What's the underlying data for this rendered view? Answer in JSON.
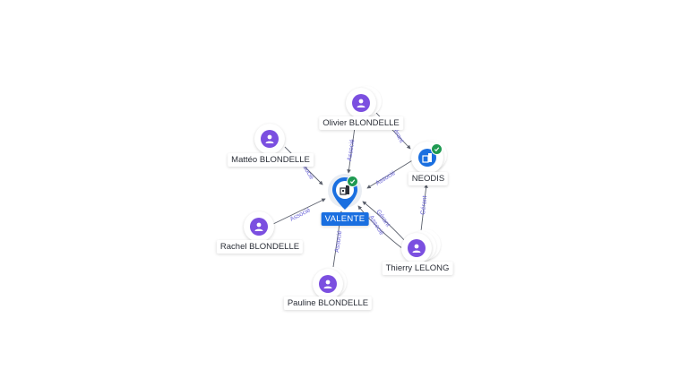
{
  "center": {
    "name": "VALENTE",
    "icon": "building-icon",
    "verified": true
  },
  "nodes": [
    {
      "id": "olivier",
      "name": "Olivier BLONDELLE",
      "type": "person",
      "icon": "person-icon"
    },
    {
      "id": "matteo",
      "name": "Mattéo BLONDELLE",
      "type": "person",
      "icon": "person-icon"
    },
    {
      "id": "neodis",
      "name": "NEODIS",
      "type": "company",
      "icon": "building-icon",
      "verified": true
    },
    {
      "id": "rachel",
      "name": "Rachel BLONDELLE",
      "type": "person",
      "icon": "person-icon"
    },
    {
      "id": "thierry",
      "name": "Thierry LELONG",
      "type": "person",
      "icon": "person-icon"
    },
    {
      "id": "pauline",
      "name": "Pauline BLONDELLE",
      "type": "person",
      "icon": "person-icon"
    }
  ],
  "edges": [
    {
      "from": "olivier",
      "to": "valente",
      "label": "Associé"
    },
    {
      "from": "olivier",
      "to": "neodis",
      "label": "Gérant"
    },
    {
      "from": "matteo",
      "to": "valente",
      "label": "Associé"
    },
    {
      "from": "neodis",
      "to": "valente",
      "label": "Associé"
    },
    {
      "from": "rachel",
      "to": "valente",
      "label": "Associé"
    },
    {
      "from": "thierry",
      "to": "valente",
      "label": "Gérant"
    },
    {
      "from": "thierry",
      "to": "valente",
      "label": "Associé"
    },
    {
      "from": "thierry",
      "to": "neodis",
      "label": "Gérant"
    },
    {
      "from": "pauline",
      "to": "valente",
      "label": "Associé"
    }
  ],
  "colors": {
    "person": "#7b4fe0",
    "company": "#1a6fe0",
    "verified": "#1f9a52",
    "edge_label": "#6a64d8"
  }
}
